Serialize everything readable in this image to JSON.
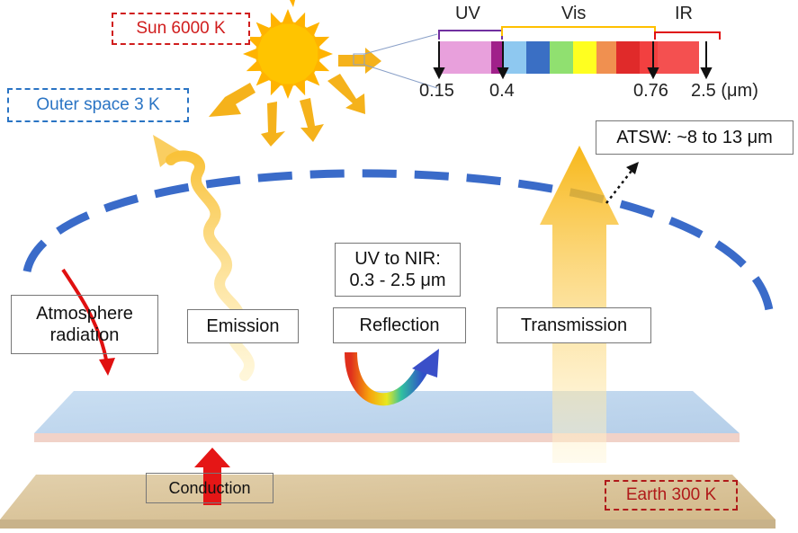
{
  "labels": {
    "sun": "Sun 6000 K",
    "outer_space": "Outer space 3 K",
    "earth": "Earth 300 K",
    "atsw": "ATSW: ~8 to 13 μm",
    "uv_to_nir_line1": "UV to NIR:",
    "uv_to_nir_line2": "0.3 - 2.5 μm",
    "atmosphere_line1": "Atmosphere",
    "atmosphere_line2": "radiation",
    "emission": "Emission",
    "reflection": "Reflection",
    "transmission": "Transmission",
    "conduction": "Conduction"
  },
  "spectrum": {
    "band_uv": "UV",
    "band_vis": "Vis",
    "band_ir": "IR",
    "ticks": [
      "0.15",
      "0.4",
      "0.76",
      "2.5 (μm)"
    ],
    "colors": [
      "#e8a0dc",
      "#a0208a",
      "#8ec8f0",
      "#3a6fc4",
      "#90e070",
      "#ffff20",
      "#f09050",
      "#e02a2a",
      "#f24040",
      "#f45050"
    ]
  },
  "colors": {
    "dome": "#3a6bc9",
    "sun": "#ffc000",
    "arrow_yellow": "#f5b21b",
    "red": "#e01010"
  }
}
